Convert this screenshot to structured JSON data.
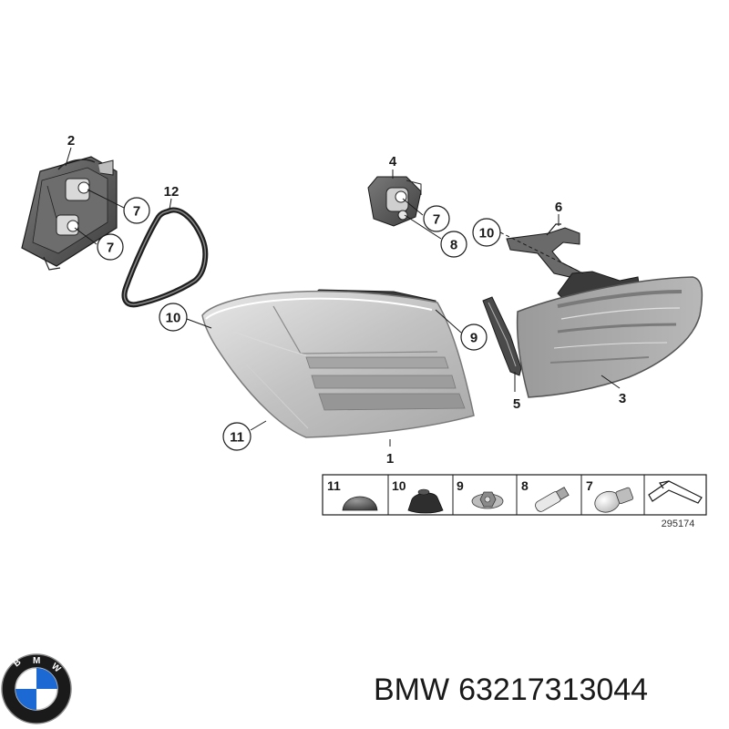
{
  "diagram": {
    "callouts": {
      "c1": "1",
      "c2": "2",
      "c3": "3",
      "c4": "4",
      "c5": "5",
      "c6": "6",
      "c7a": "7",
      "c7b": "7",
      "c7c": "7",
      "c8": "8",
      "c9": "9",
      "c10a": "10",
      "c10b": "10",
      "c11": "11",
      "c12": "12"
    },
    "parts_table": [
      "11",
      "10",
      "9",
      "8",
      "7"
    ],
    "reference_number": "295174"
  },
  "caption": {
    "brand": "BMW",
    "part_number": "63217313044"
  },
  "colors": {
    "line": "#1a1a1a",
    "lamp_fill": "#bdbdbd",
    "holder_fill": "#595959"
  },
  "icons": [
    "bmw-logo-icon"
  ]
}
